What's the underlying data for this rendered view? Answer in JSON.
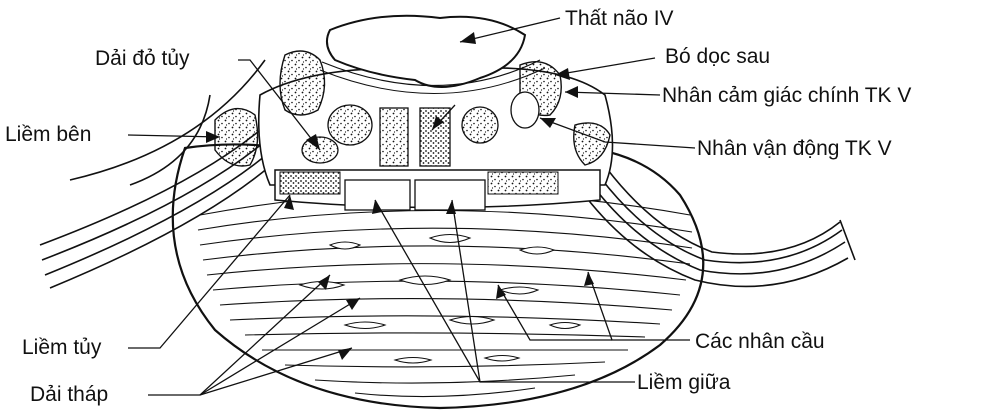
{
  "labels": {
    "fourth_ventricle": "Thất não IV",
    "rubrospinal_tract": "Dải đỏ tủy",
    "medial_longitudinal_fasciculus": "Bó dọc sau",
    "principal_sensory_nucleus_v": "Nhân cảm giác chính TK V",
    "lateral_lemniscus": "Liềm bên",
    "motor_nucleus_v": "Nhân vận động TK V",
    "spinal_lemniscus": "Liềm tủy",
    "pontine_nuclei": "Các nhân cầu",
    "pyramidal_tract": "Dải tháp",
    "medial_lemniscus": "Liềm giữa"
  },
  "colors": {
    "ink": "#111111",
    "background": "#ffffff"
  }
}
